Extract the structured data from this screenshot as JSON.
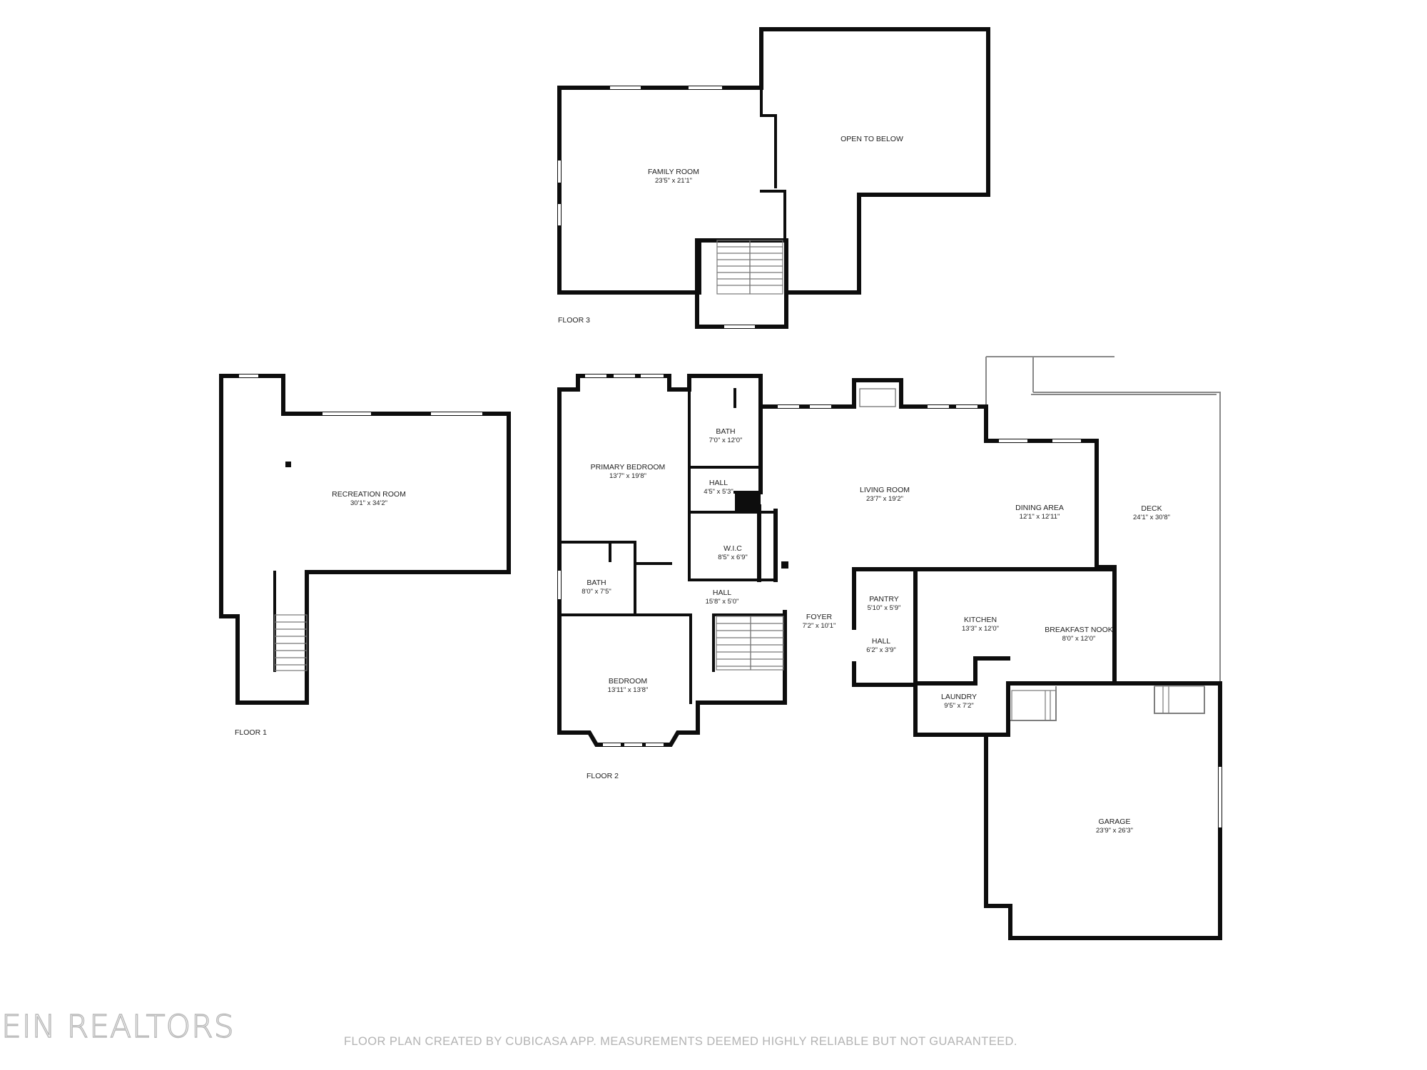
{
  "floors": {
    "floor1": {
      "label": "FLOOR 1",
      "rooms": {
        "recreation_room": {
          "name": "RECREATION ROOM",
          "dim": "30'1\" x 34'2\""
        }
      }
    },
    "floor2": {
      "label": "FLOOR 2",
      "rooms": {
        "primary_bedroom": {
          "name": "PRIMARY BEDROOM",
          "dim": "13'7\" x 19'8\""
        },
        "bath_primary": {
          "name": "BATH",
          "dim": "7'0\" x 12'0\""
        },
        "hall_small": {
          "name": "HALL",
          "dim": "4'5\" x 5'3\""
        },
        "wic": {
          "name": "W.I.C",
          "dim": "8'5\" x 6'9\""
        },
        "living_room": {
          "name": "LIVING ROOM",
          "dim": "23'7\" x 19'2\""
        },
        "dining_area": {
          "name": "DINING AREA",
          "dim": "12'1\" x 12'11\""
        },
        "deck": {
          "name": "DECK",
          "dim": "24'1\" x 30'8\""
        },
        "bath_2": {
          "name": "BATH",
          "dim": "8'0\" x 7'5\""
        },
        "hall_long": {
          "name": "HALL",
          "dim": "15'8\" x 5'0\""
        },
        "foyer": {
          "name": "FOYER",
          "dim": "7'2\" x 10'1\""
        },
        "pantry": {
          "name": "PANTRY",
          "dim": "5'10\" x 5'9\""
        },
        "hall_pantry": {
          "name": "HALL",
          "dim": "6'2\" x 3'9\""
        },
        "kitchen": {
          "name": "KITCHEN",
          "dim": "13'3\" x 12'0\""
        },
        "breakfast_nook": {
          "name": "BREAKFAST NOOK",
          "dim": "8'0\" x 12'0\""
        },
        "bedroom": {
          "name": "BEDROOM",
          "dim": "13'11\" x 13'8\""
        },
        "laundry": {
          "name": "LAUNDRY",
          "dim": "9'5\" x 7'2\""
        },
        "garage": {
          "name": "GARAGE",
          "dim": "23'9\" x 26'3\""
        }
      }
    },
    "floor3": {
      "label": "FLOOR 3",
      "rooms": {
        "family_room": {
          "name": "FAMILY ROOM",
          "dim": "23'5\" x 21'1\""
        },
        "open_to_below": {
          "name": "OPEN TO BELOW",
          "dim": ""
        }
      }
    }
  },
  "footer": {
    "logo_text": "EIN REALTORS",
    "disclaimer": "FLOOR PLAN CREATED BY CUBICASA APP. MEASUREMENTS DEEMED HIGHLY RELIABLE BUT NOT GUARANTEED."
  },
  "colors": {
    "wall": "#0d0d0d",
    "background": "#ffffff",
    "disclaimer_text": "#b3b3b3"
  }
}
